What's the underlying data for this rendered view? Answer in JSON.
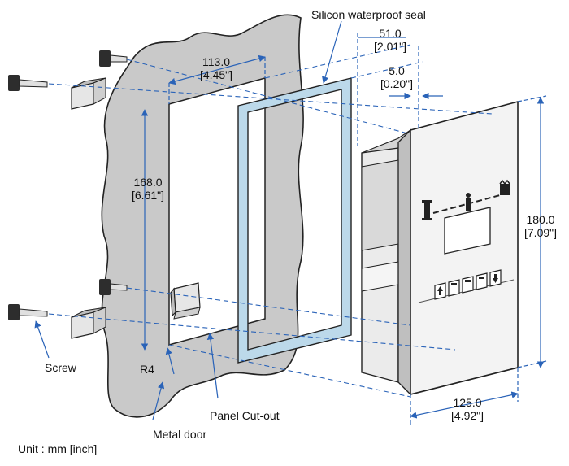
{
  "labels": {
    "seal": "Silicon waterproof seal",
    "screw": "Screw",
    "radius": "R4",
    "panel_cutout": "Panel Cut-out",
    "metal_door": "Metal door",
    "unit": "Unit : mm [inch]"
  },
  "dimensions": {
    "cutout_width": {
      "mm": "113.0",
      "inch": "[4.45\"]"
    },
    "cutout_height": {
      "mm": "168.0",
      "inch": "[6.61\"]"
    },
    "depth": {
      "mm": "51.0",
      "inch": "[2.01\"]"
    },
    "bezel_thickness": {
      "mm": "5.0",
      "inch": "[0.20\"]"
    },
    "overall_height": {
      "mm": "180.0",
      "inch": "[7.09\"]"
    },
    "overall_width": {
      "mm": "125.0",
      "inch": "[4.92\"]"
    }
  },
  "colors": {
    "door_fill": "#c9c9c9",
    "seal_fill": "#bcd9ea",
    "dimension_line": "#2a63b8",
    "device_face": "#f3f3f3"
  }
}
